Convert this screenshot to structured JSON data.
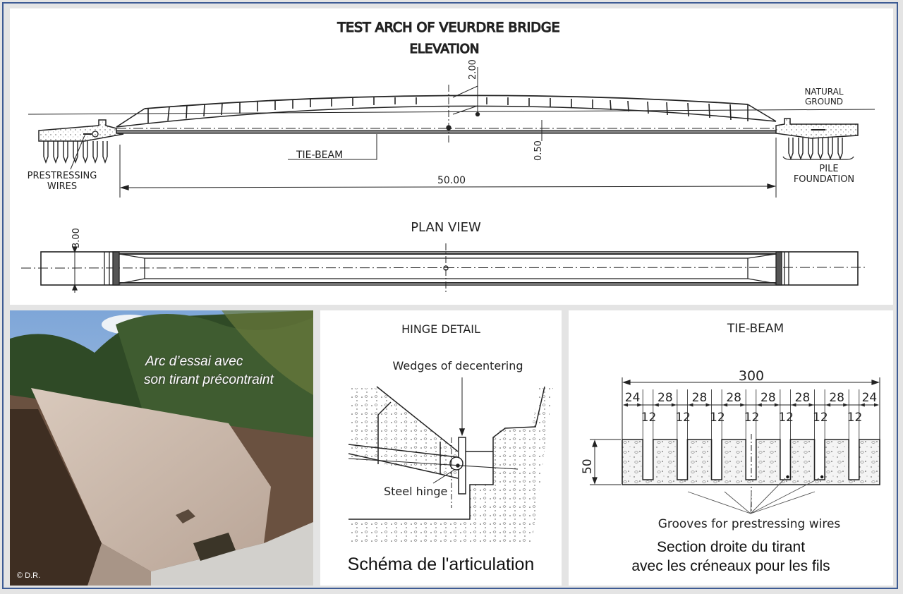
{
  "elevation": {
    "title": "TEST ARCH OF VEURDRE BRIDGE",
    "subtitle": "ELEVATION",
    "rise_dim": "2.00",
    "tie_depth_dim": "0.50",
    "span_dim": "50.00",
    "label_tie_beam": "TIE-BEAM",
    "label_prestressing_1": "PRESTRESSING",
    "label_prestressing_2": "WIRES",
    "label_ground_1": "NATURAL",
    "label_ground_2": "GROUND",
    "label_pile_1": "PILE",
    "label_pile_2": "FOUNDATION"
  },
  "plan": {
    "title": "PLAN VIEW",
    "width_dim": "3.00"
  },
  "photo": {
    "caption_1": "Arc d’essai avec",
    "caption_2": "son tirant précontraint",
    "credit": "© D.R."
  },
  "hinge": {
    "title": "HINGE DETAIL",
    "label_wedges": "Wedges of decentering",
    "label_hinge": "Steel hinge",
    "caption": "Schéma de l'articulation"
  },
  "tie_beam": {
    "title": "TIE-BEAM",
    "total_width": "300",
    "height_dim": "50",
    "segments": [
      "24",
      "28",
      "28",
      "28",
      "28",
      "28",
      "28",
      "24"
    ],
    "groove_width": "12",
    "label_grooves": "Grooves for prestressing wires",
    "caption_1": "Section droite du tirant",
    "caption_2": "avec les créneaux pour les fils"
  },
  "colors": {
    "frame": "#3d5b94",
    "background": "#e4e4e4"
  }
}
